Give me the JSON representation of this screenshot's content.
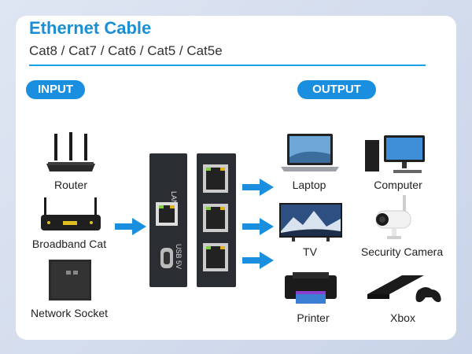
{
  "header": {
    "title": "Ethernet Cable",
    "subtitle": "Cat8 / Cat7 / Cat6 / Cat5 / Cat5e"
  },
  "badges": {
    "input": "INPUT",
    "output": "OUTPUT"
  },
  "inputs": [
    {
      "label": "Router",
      "icon": "router-icon"
    },
    {
      "label": "Broadband Cat",
      "icon": "broadband-modem-icon"
    },
    {
      "label": "Network Socket",
      "icon": "network-socket-icon"
    }
  ],
  "outputs": [
    {
      "label": "Laptop",
      "icon": "laptop-icon"
    },
    {
      "label": "Computer",
      "icon": "computer-icon"
    },
    {
      "label": "TV",
      "icon": "tv-icon"
    },
    {
      "label": "Security Camera",
      "icon": "security-camera-icon"
    },
    {
      "label": "Printer",
      "icon": "printer-icon"
    },
    {
      "label": "Xbox",
      "icon": "xbox-icon"
    }
  ],
  "adapter": {
    "lan_label": "LAN IN",
    "usb_label": "USB 5V"
  },
  "colors": {
    "accent": "#1a8fe0",
    "title": "#1a8fd6"
  }
}
